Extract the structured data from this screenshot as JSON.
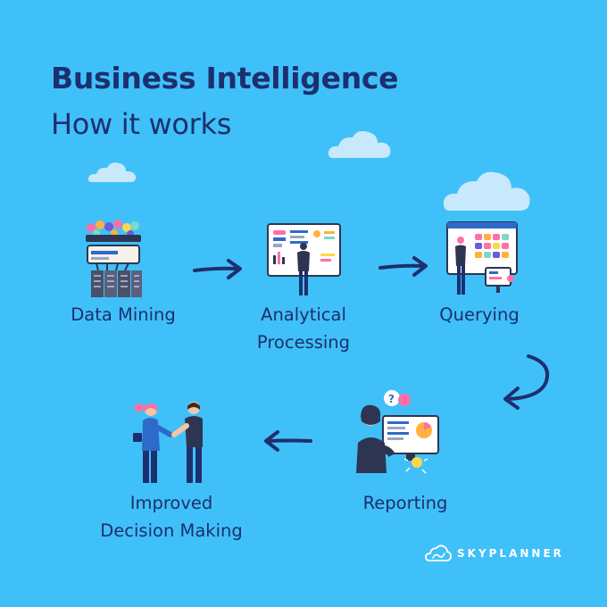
{
  "title": {
    "line1": "Business Intelligence",
    "line2": "How it works"
  },
  "steps": [
    {
      "label": "Data Mining",
      "icon": "data-mining-servers-icon"
    },
    {
      "label": "Analytical\nProcessing",
      "icon": "analyst-dashboard-icon"
    },
    {
      "label": "Querying",
      "icon": "query-board-icon"
    },
    {
      "label": "Reporting",
      "icon": "report-monitor-icon"
    },
    {
      "label": "Improved\nDecision Making",
      "icon": "handshake-icon"
    }
  ],
  "brand": {
    "name": "SKYPLANNER",
    "icon": "skyplanner-cloud-logo"
  },
  "colors": {
    "background": "#40c0f8",
    "text": "#1c2f6e",
    "cloud": "#c8e9fc",
    "accent_pink": "#ff6fa7",
    "accent_orange": "#ffb13b"
  }
}
